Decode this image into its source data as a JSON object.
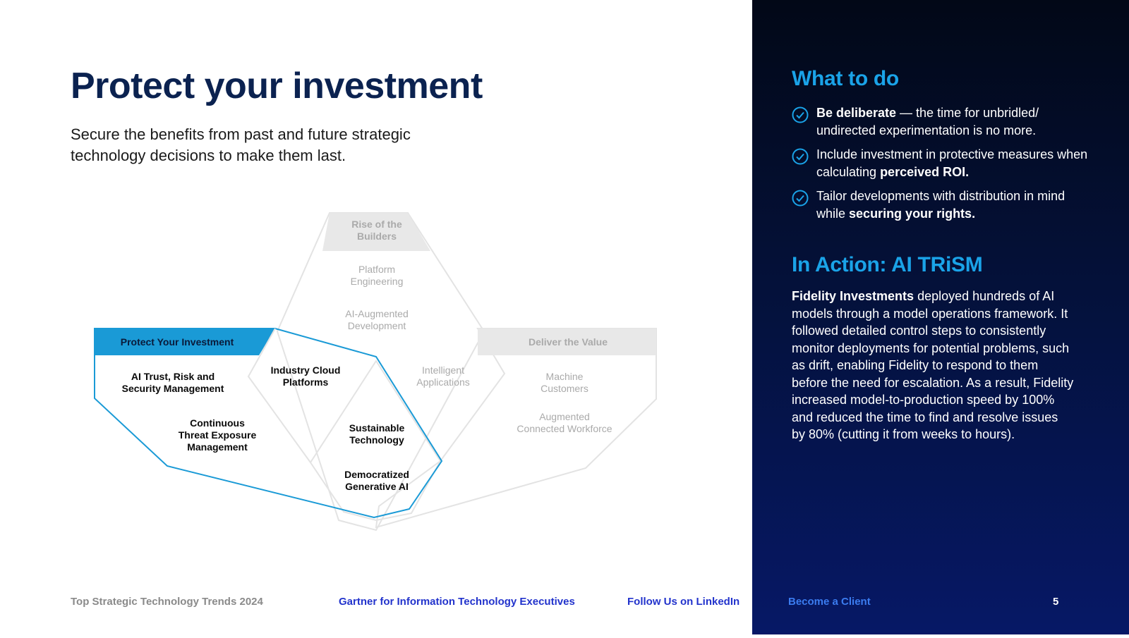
{
  "slide": {
    "title": "Protect your investment",
    "subtitle": "Secure the benefits from past and future strategic technology decisions to make them last."
  },
  "diagram": {
    "builders": {
      "header_line1": "Rise of the",
      "header_line2": "Builders",
      "items": [
        [
          "Platform",
          "Engineering"
        ],
        [
          "AI-Augmented",
          "Development"
        ]
      ]
    },
    "protect": {
      "header": "Protect Your Investment",
      "items": [
        [
          "AI Trust, Risk and",
          "Security Management"
        ],
        [
          "Continuous",
          "Threat Exposure",
          "Management"
        ]
      ]
    },
    "deliver": {
      "header": "Deliver the Value",
      "items": [
        [
          "Machine",
          "Customers"
        ],
        [
          "Augmented",
          "Connected Workforce"
        ]
      ]
    },
    "shared": {
      "industry_cloud": [
        "Industry Cloud",
        "Platforms"
      ],
      "intelligent_apps": [
        "Intelligent",
        "Applications"
      ],
      "sustainable": [
        "Sustainable",
        "Technology"
      ],
      "democratized": [
        "Democratized",
        "Generative AI"
      ]
    },
    "colors": {
      "accent": "#1a9ad6",
      "muted_text": "#aaaaaa",
      "muted_header_bg": "#e8e8e8",
      "outline_gray": "#e3e3e3"
    }
  },
  "right": {
    "what_to_do": {
      "heading": "What to do",
      "items": [
        {
          "icon": "check-circle-icon",
          "bold": "Be deliberate",
          "text": " — the time for unbridled/ undirected experimentation is no more."
        },
        {
          "icon": "check-circle-icon",
          "text": "Include investment in protective measures when calculating ",
          "bold": "perceived ROI."
        },
        {
          "icon": "check-circle-icon",
          "text": "Tailor developments with distribution in mind while ",
          "bold": "securing your rights."
        }
      ]
    },
    "in_action": {
      "heading": "In Action: AI TRiSM",
      "bold": "Fidelity Investments",
      "text": " deployed hundreds of AI models through a model operations framework. It followed detailed control steps to consistently monitor deployments for potential problems, such as drift, enabling Fidelity to respond to them before the need for escalation. As a result, Fidelity increased model-to-production speed by 100% and reduced the time to find and resolve issues by 80% (cutting it from weeks to hours)."
    }
  },
  "footer": {
    "trend": "Top Strategic Technology Trends 2024",
    "gartner": "Gartner for Information Technology Executives",
    "linkedin": "Follow Us on LinkedIn",
    "become": "Become a Client",
    "page": "5"
  }
}
